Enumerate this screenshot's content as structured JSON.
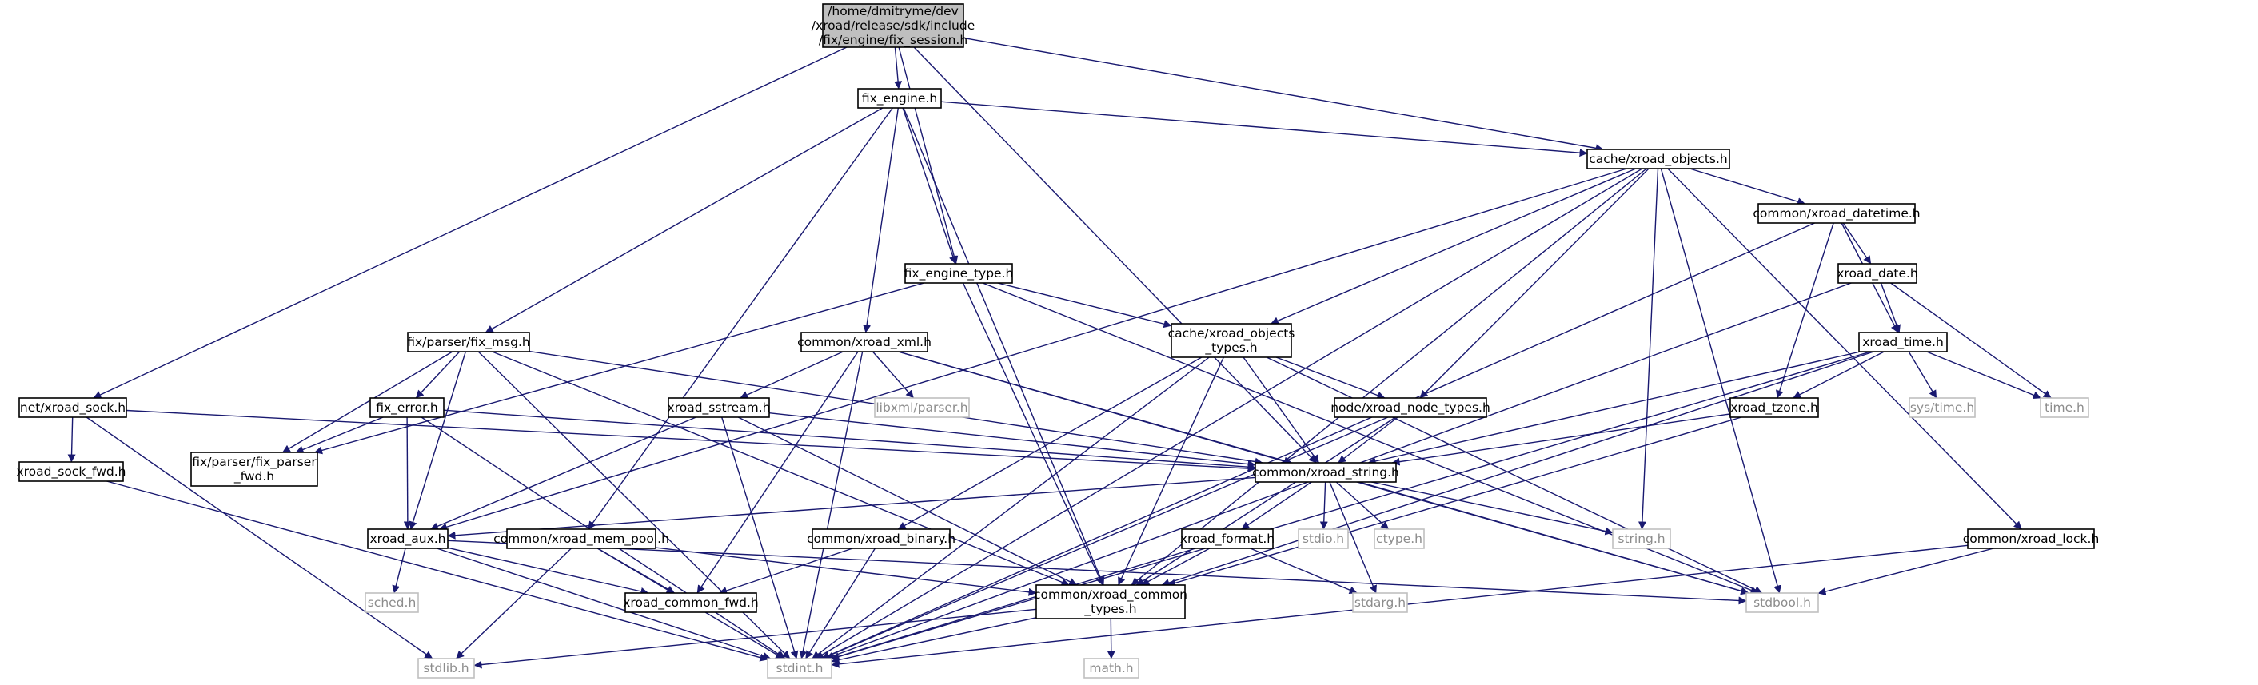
{
  "colors": {
    "edge": "#191970",
    "root_fill": "#bfbfbf",
    "node_fill": "#ffffff",
    "node_border": "#000000",
    "system_border": "#bfbfbf",
    "system_text": "#8c8c8c",
    "text": "#000000"
  },
  "nodes": [
    {
      "id": "root",
      "lines": [
        "/home/dmitryme/dev",
        "/xroad/release/sdk/include",
        "/fix/engine/fix_session.h"
      ],
      "kind": "root"
    },
    {
      "id": "fix_engine",
      "lines": [
        "fix_engine.h"
      ],
      "kind": "header"
    },
    {
      "id": "net_sock",
      "lines": [
        "net/xroad_sock.h"
      ],
      "kind": "header"
    },
    {
      "id": "cache_objects",
      "lines": [
        "cache/xroad_objects.h"
      ],
      "kind": "header"
    },
    {
      "id": "fix_engine_type",
      "lines": [
        "fix_engine_type.h"
      ],
      "kind": "header"
    },
    {
      "id": "common_datetime",
      "lines": [
        "common/xroad_datetime.h"
      ],
      "kind": "header"
    },
    {
      "id": "xroad_date",
      "lines": [
        "xroad_date.h"
      ],
      "kind": "header"
    },
    {
      "id": "fix_msg",
      "lines": [
        "fix/parser/fix_msg.h"
      ],
      "kind": "header"
    },
    {
      "id": "common_xml",
      "lines": [
        "common/xroad_xml.h"
      ],
      "kind": "header"
    },
    {
      "id": "cache_objects_types",
      "lines": [
        "cache/xroad_objects",
        "_types.h"
      ],
      "kind": "header"
    },
    {
      "id": "xroad_time",
      "lines": [
        "xroad_time.h"
      ],
      "kind": "header"
    },
    {
      "id": "libxml",
      "lines": [
        "libxml/parser.h"
      ],
      "kind": "system"
    },
    {
      "id": "sys_time",
      "lines": [
        "sys/time.h"
      ],
      "kind": "system"
    },
    {
      "id": "time_h",
      "lines": [
        "time.h"
      ],
      "kind": "system"
    },
    {
      "id": "fix_error",
      "lines": [
        "fix_error.h"
      ],
      "kind": "header"
    },
    {
      "id": "xroad_sstream",
      "lines": [
        "xroad_sstream.h"
      ],
      "kind": "header"
    },
    {
      "id": "node_types",
      "lines": [
        "node/xroad_node_types.h"
      ],
      "kind": "header"
    },
    {
      "id": "xroad_tzone",
      "lines": [
        "xroad_tzone.h"
      ],
      "kind": "header"
    },
    {
      "id": "sock_fwd",
      "lines": [
        "xroad_sock_fwd.h"
      ],
      "kind": "header"
    },
    {
      "id": "parser_fwd",
      "lines": [
        "fix/parser/fix_parser",
        "_fwd.h"
      ],
      "kind": "header"
    },
    {
      "id": "common_string",
      "lines": [
        "common/xroad_string.h"
      ],
      "kind": "header"
    },
    {
      "id": "xroad_aux",
      "lines": [
        "xroad_aux.h"
      ],
      "kind": "header"
    },
    {
      "id": "mem_pool",
      "lines": [
        "common/xroad_mem_pool.h"
      ],
      "kind": "header"
    },
    {
      "id": "common_binary",
      "lines": [
        "common/xroad_binary.h"
      ],
      "kind": "header"
    },
    {
      "id": "xroad_format",
      "lines": [
        "xroad_format.h"
      ],
      "kind": "header"
    },
    {
      "id": "stdio",
      "lines": [
        "stdio.h"
      ],
      "kind": "system"
    },
    {
      "id": "ctype",
      "lines": [
        "ctype.h"
      ],
      "kind": "system"
    },
    {
      "id": "string_h",
      "lines": [
        "string.h"
      ],
      "kind": "system"
    },
    {
      "id": "common_lock",
      "lines": [
        "common/xroad_lock.h"
      ],
      "kind": "header"
    },
    {
      "id": "sched",
      "lines": [
        "sched.h"
      ],
      "kind": "system"
    },
    {
      "id": "common_fwd",
      "lines": [
        "xroad_common_fwd.h"
      ],
      "kind": "header"
    },
    {
      "id": "common_types",
      "lines": [
        "common/xroad_common",
        "_types.h"
      ],
      "kind": "header"
    },
    {
      "id": "stdarg",
      "lines": [
        "stdarg.h"
      ],
      "kind": "system"
    },
    {
      "id": "stdbool",
      "lines": [
        "stdbool.h"
      ],
      "kind": "system"
    },
    {
      "id": "stdlib",
      "lines": [
        "stdlib.h"
      ],
      "kind": "system"
    },
    {
      "id": "stdint",
      "lines": [
        "stdint.h"
      ],
      "kind": "system"
    },
    {
      "id": "math",
      "lines": [
        "math.h"
      ],
      "kind": "system"
    }
  ],
  "edges": [
    [
      "root",
      "fix_engine"
    ],
    [
      "root",
      "net_sock"
    ],
    [
      "root",
      "cache_objects"
    ],
    [
      "root",
      "fix_engine_type"
    ],
    [
      "root",
      "common_string"
    ],
    [
      "fix_engine",
      "cache_objects"
    ],
    [
      "fix_engine",
      "fix_engine_type"
    ],
    [
      "fix_engine",
      "fix_msg"
    ],
    [
      "fix_engine",
      "common_xml"
    ],
    [
      "fix_engine",
      "mem_pool"
    ],
    [
      "fix_engine",
      "common_types"
    ],
    [
      "net_sock",
      "sock_fwd"
    ],
    [
      "net_sock",
      "common_string"
    ],
    [
      "net_sock",
      "stdlib"
    ],
    [
      "cache_objects",
      "common_datetime"
    ],
    [
      "cache_objects",
      "cache_objects_types"
    ],
    [
      "cache_objects",
      "node_types"
    ],
    [
      "cache_objects",
      "xroad_aux"
    ],
    [
      "cache_objects",
      "string_h"
    ],
    [
      "cache_objects",
      "common_types"
    ],
    [
      "cache_objects",
      "common_lock"
    ],
    [
      "cache_objects",
      "stdbool"
    ],
    [
      "cache_objects",
      "stdint"
    ],
    [
      "fix_engine_type",
      "cache_objects_types"
    ],
    [
      "fix_engine_type",
      "parser_fwd"
    ],
    [
      "fix_engine_type",
      "common_types"
    ],
    [
      "fix_engine_type",
      "stdbool"
    ],
    [
      "common_datetime",
      "xroad_date"
    ],
    [
      "common_datetime",
      "xroad_time"
    ],
    [
      "common_datetime",
      "xroad_tzone"
    ],
    [
      "common_datetime",
      "stdint"
    ],
    [
      "xroad_date",
      "xroad_time"
    ],
    [
      "xroad_date",
      "time_h"
    ],
    [
      "xroad_date",
      "stdint"
    ],
    [
      "fix_msg",
      "fix_error"
    ],
    [
      "fix_msg",
      "parser_fwd"
    ],
    [
      "fix_msg",
      "xroad_aux"
    ],
    [
      "fix_msg",
      "common_string"
    ],
    [
      "fix_msg",
      "common_types"
    ],
    [
      "fix_msg",
      "stdint"
    ],
    [
      "common_xml",
      "libxml"
    ],
    [
      "common_xml",
      "xroad_sstream"
    ],
    [
      "common_xml",
      "common_string"
    ],
    [
      "common_xml",
      "common_fwd"
    ],
    [
      "common_xml",
      "stdbool"
    ],
    [
      "common_xml",
      "stdint"
    ],
    [
      "cache_objects_types",
      "node_types"
    ],
    [
      "cache_objects_types",
      "common_string"
    ],
    [
      "cache_objects_types",
      "common_binary"
    ],
    [
      "cache_objects_types",
      "common_types"
    ],
    [
      "cache_objects_types",
      "stdbool"
    ],
    [
      "cache_objects_types",
      "stdint"
    ],
    [
      "xroad_time",
      "sys_time"
    ],
    [
      "xroad_time",
      "time_h"
    ],
    [
      "xroad_time",
      "xroad_tzone"
    ],
    [
      "xroad_time",
      "common_string"
    ],
    [
      "xroad_time",
      "common_types"
    ],
    [
      "xroad_time",
      "stdint"
    ],
    [
      "fix_error",
      "parser_fwd"
    ],
    [
      "fix_error",
      "xroad_aux"
    ],
    [
      "fix_error",
      "common_string"
    ],
    [
      "fix_error",
      "stdint"
    ],
    [
      "xroad_sstream",
      "common_string"
    ],
    [
      "xroad_sstream",
      "xroad_aux"
    ],
    [
      "xroad_sstream",
      "common_types"
    ],
    [
      "xroad_sstream",
      "stdint"
    ],
    [
      "node_types",
      "common_string"
    ],
    [
      "node_types",
      "common_types"
    ],
    [
      "node_types",
      "stdint"
    ],
    [
      "xroad_tzone",
      "common_string"
    ],
    [
      "xroad_tzone",
      "common_types"
    ],
    [
      "sock_fwd",
      "stdint"
    ],
    [
      "common_string",
      "xroad_aux"
    ],
    [
      "common_string",
      "xroad_format"
    ],
    [
      "common_string",
      "stdio"
    ],
    [
      "common_string",
      "ctype"
    ],
    [
      "common_string",
      "string_h"
    ],
    [
      "common_string",
      "stdarg"
    ],
    [
      "common_string",
      "stdbool"
    ],
    [
      "xroad_aux",
      "sched"
    ],
    [
      "xroad_aux",
      "common_fwd"
    ],
    [
      "xroad_aux",
      "stdbool"
    ],
    [
      "xroad_aux",
      "stdint"
    ],
    [
      "mem_pool",
      "common_fwd"
    ],
    [
      "mem_pool",
      "common_types"
    ],
    [
      "mem_pool",
      "stdlib"
    ],
    [
      "mem_pool",
      "stdint"
    ],
    [
      "common_binary",
      "common_fwd"
    ],
    [
      "common_binary",
      "stdint"
    ],
    [
      "xroad_format",
      "common_types"
    ],
    [
      "xroad_format",
      "stdarg"
    ],
    [
      "xroad_format",
      "stdint"
    ],
    [
      "common_lock",
      "stdbool"
    ],
    [
      "common_lock",
      "stdint"
    ],
    [
      "common_types",
      "stdlib"
    ],
    [
      "common_types",
      "stdint"
    ],
    [
      "common_types",
      "math"
    ]
  ]
}
